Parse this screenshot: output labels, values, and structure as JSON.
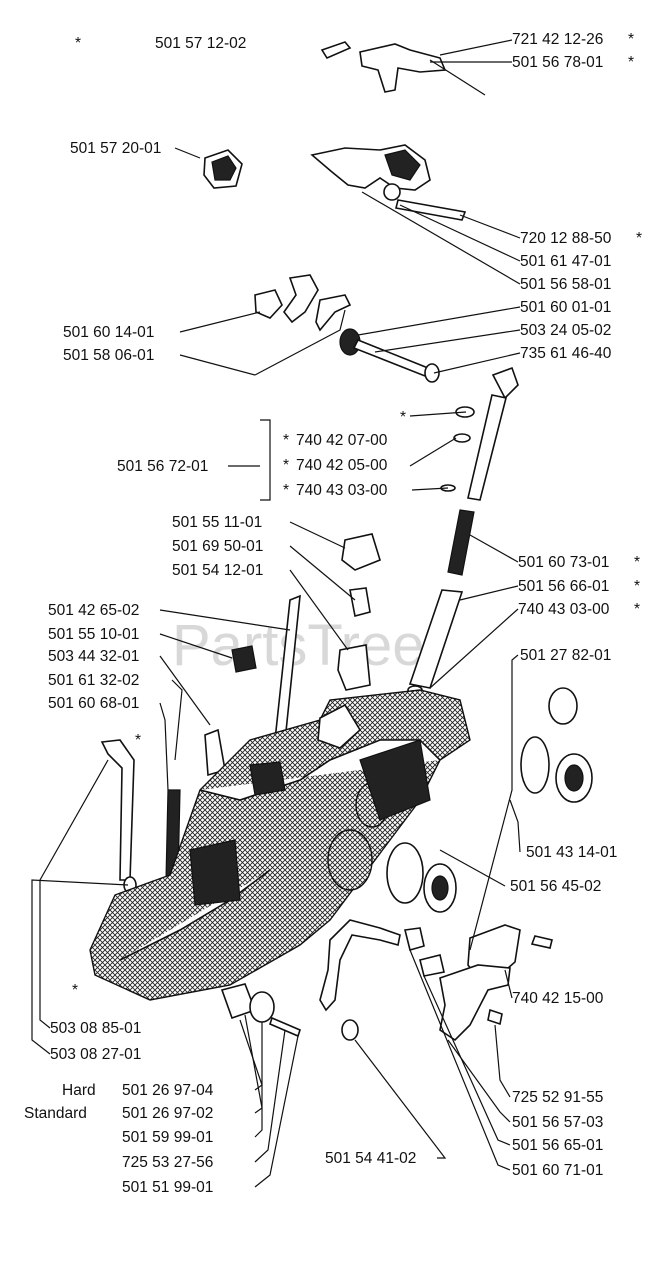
{
  "watermark": "PartsTree",
  "parts": [
    {
      "id": "p01",
      "label": "501 57 12-02",
      "star": "*"
    },
    {
      "id": "p02",
      "label": "721 42 12-26",
      "star": "*"
    },
    {
      "id": "p03",
      "label": "501 56 78-01",
      "star": "*"
    },
    {
      "id": "p04",
      "label": "501 57 20-01"
    },
    {
      "id": "p05",
      "label": "720 12 88-50",
      "star": "*"
    },
    {
      "id": "p06",
      "label": "501 61 47-01"
    },
    {
      "id": "p07",
      "label": "501 56 58-01"
    },
    {
      "id": "p08",
      "label": "501 60 01-01"
    },
    {
      "id": "p09",
      "label": "501 60 14-01"
    },
    {
      "id": "p10",
      "label": "503 24 05-02"
    },
    {
      "id": "p11",
      "label": "501 58 06-01"
    },
    {
      "id": "p12",
      "label": "735 61 46-40"
    },
    {
      "id": "p13",
      "label": "501 56 72-01"
    },
    {
      "id": "p14",
      "label": "740 42 07-00",
      "star": "*"
    },
    {
      "id": "p15",
      "label": "740 42 05-00",
      "star": "*"
    },
    {
      "id": "p16",
      "label": "740 43 03-00",
      "star": "*"
    },
    {
      "id": "p17",
      "label": "501 55 11-01"
    },
    {
      "id": "p18",
      "label": "501 69 50-01"
    },
    {
      "id": "p19",
      "label": "501 54 12-01"
    },
    {
      "id": "p20",
      "label": "501 60 73-01",
      "star": "*"
    },
    {
      "id": "p21",
      "label": "501 56 66-01",
      "star": "*"
    },
    {
      "id": "p22",
      "label": "740 43 03-00",
      "star": "*"
    },
    {
      "id": "p23",
      "label": "501 42 65-02"
    },
    {
      "id": "p24",
      "label": "501 55 10-01"
    },
    {
      "id": "p25",
      "label": "503 44 32-01"
    },
    {
      "id": "p26",
      "label": "501 61 32-02"
    },
    {
      "id": "p27",
      "label": "501 60 68-01"
    },
    {
      "id": "p28",
      "label": "501 27 82-01"
    },
    {
      "id": "p29",
      "label": "501 43 14-01"
    },
    {
      "id": "p30",
      "label": "501 56 45-02"
    },
    {
      "id": "p31",
      "label": "740 42 15-00"
    },
    {
      "id": "p32",
      "label": "503 08 85-01"
    },
    {
      "id": "p33",
      "label": "503 08 27-01"
    },
    {
      "id": "p34",
      "label": "501 26 97-04",
      "prefix": "Hard"
    },
    {
      "id": "p35",
      "label": "501 26 97-02",
      "prefix": "Standard"
    },
    {
      "id": "p36",
      "label": "501 59 99-01"
    },
    {
      "id": "p37",
      "label": "725 53 27-56"
    },
    {
      "id": "p38",
      "label": "501 51 99-01"
    },
    {
      "id": "p39",
      "label": "501 54 41-02"
    },
    {
      "id": "p40",
      "label": "725 52 91-55"
    },
    {
      "id": "p41",
      "label": "501 56 57-03"
    },
    {
      "id": "p42",
      "label": "501 56 65-01"
    },
    {
      "id": "p43",
      "label": "501 60 71-01"
    }
  ],
  "markers": [
    "*",
    "*",
    "*",
    "*"
  ]
}
